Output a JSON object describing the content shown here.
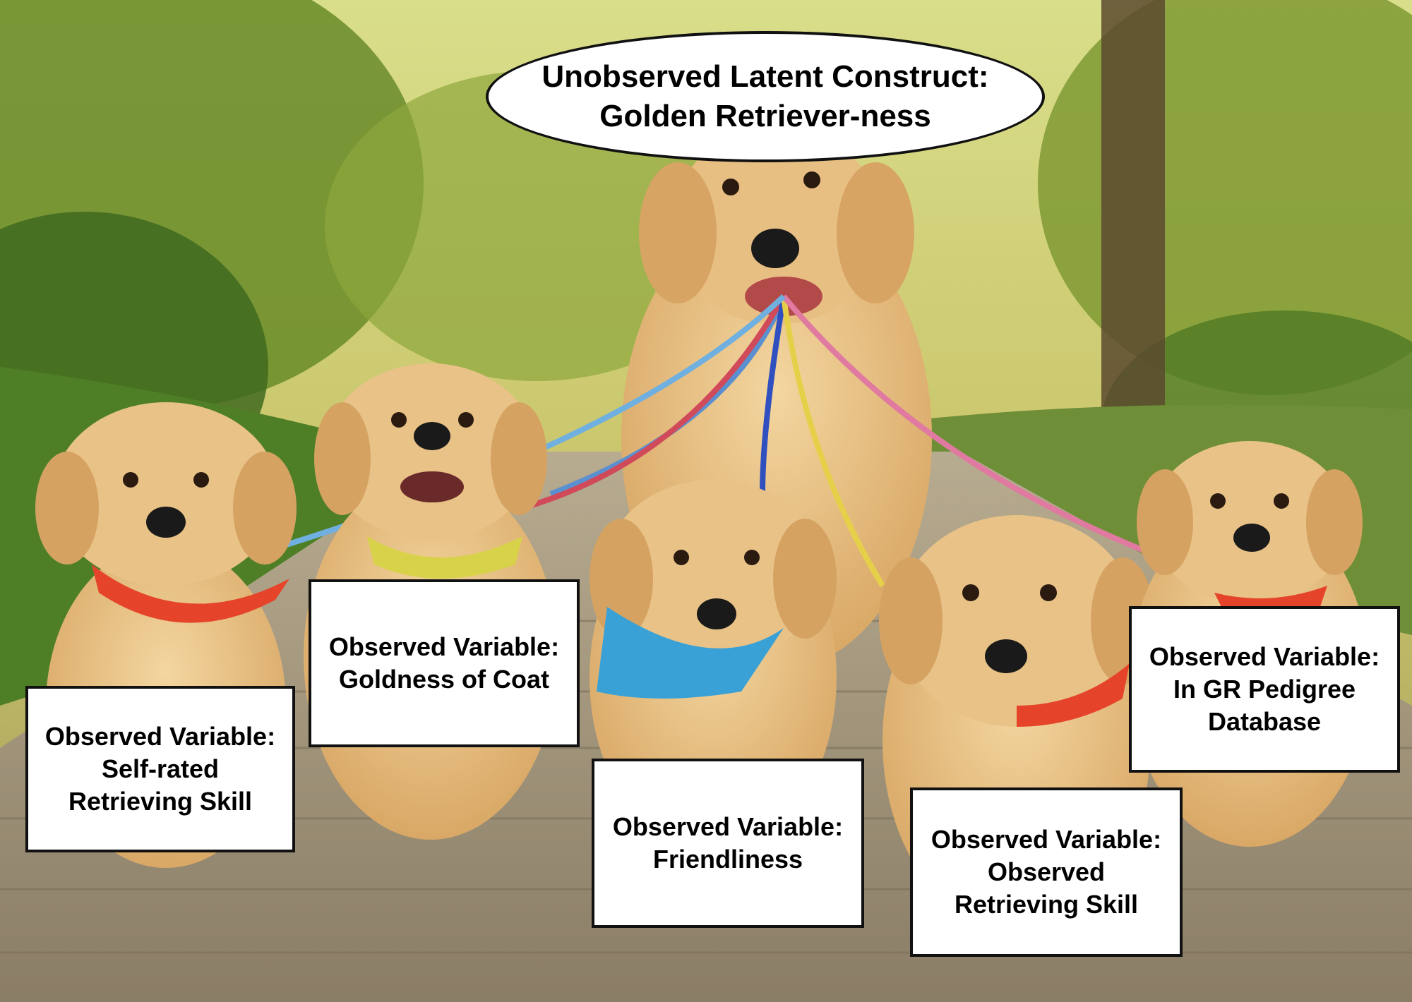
{
  "latent_construct": {
    "line1": "Unobserved Latent Construct:",
    "line2": "Golden Retriever-ness"
  },
  "observed_variables": [
    {
      "line1": "Observed Variable:",
      "line2": "Self-rated",
      "line3": "Retrieving Skill"
    },
    {
      "line1": "Observed Variable:",
      "line2": "Goldness of Coat"
    },
    {
      "line1": "Observed Variable:",
      "line2": "Friendliness"
    },
    {
      "line1": "Observed Variable:",
      "line2": "Observed",
      "line3": "Retrieving Skill"
    },
    {
      "line1": "Observed Variable:",
      "line2": "In GR Pedigree",
      "line3": "Database"
    }
  ],
  "colors": {
    "dog_fur": "#e3b678",
    "foliage": "#6f8f2e",
    "path": "#9b8f76",
    "label_bg": "#ffffff",
    "label_border": "#111111",
    "bandana_red": "#e5442a",
    "bandana_blue": "#3aa1d6",
    "bandana_yellow": "#d8d24a"
  }
}
